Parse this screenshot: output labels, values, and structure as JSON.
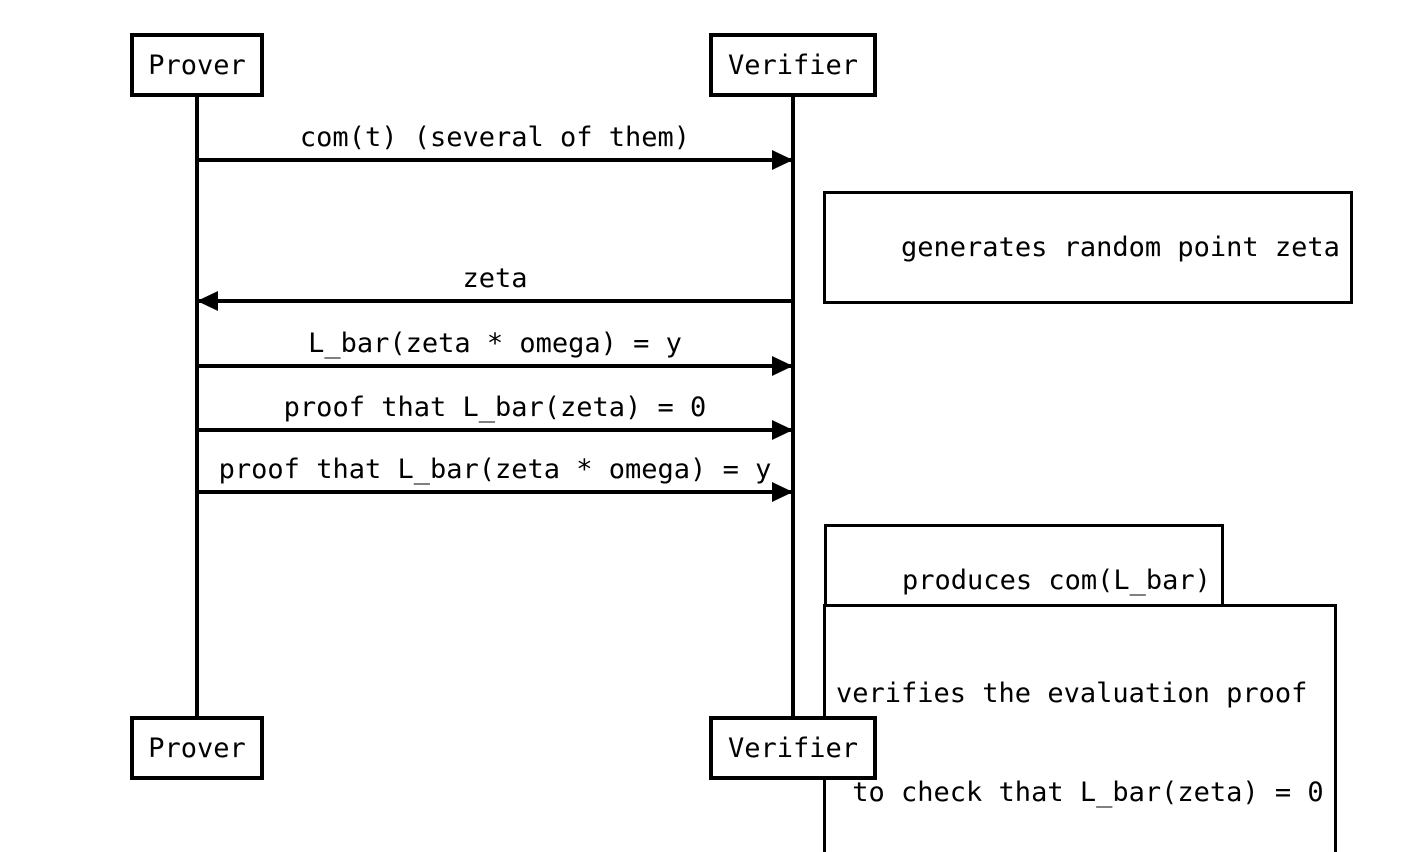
{
  "diagram": {
    "type": "sequence-diagram",
    "colors": {
      "foreground": "#000000",
      "background": "#ffffff"
    },
    "actors": {
      "prover": "Prover",
      "verifier": "Verifier"
    },
    "messages": [
      {
        "label": "com(t) (several of them)",
        "from": "Prover",
        "to": "Verifier",
        "direction": "right"
      },
      {
        "label": "zeta",
        "from": "Verifier",
        "to": "Prover",
        "direction": "left"
      },
      {
        "label": "L_bar(zeta * omega) = y",
        "from": "Prover",
        "to": "Verifier",
        "direction": "right"
      },
      {
        "label": "proof that L_bar(zeta) = 0",
        "from": "Prover",
        "to": "Verifier",
        "direction": "right"
      },
      {
        "label": "proof that L_bar(zeta * omega) = y",
        "from": "Prover",
        "to": "Verifier",
        "direction": "right"
      }
    ],
    "notes": [
      {
        "actor": "Verifier",
        "text": "generates random point zeta"
      },
      {
        "actor": "Verifier",
        "text": "produces com(L_bar)"
      },
      {
        "actor": "Verifier",
        "lines": [
          "verifies the evaluation proof",
          " to check that L_bar(zeta) = 0"
        ]
      }
    ]
  }
}
